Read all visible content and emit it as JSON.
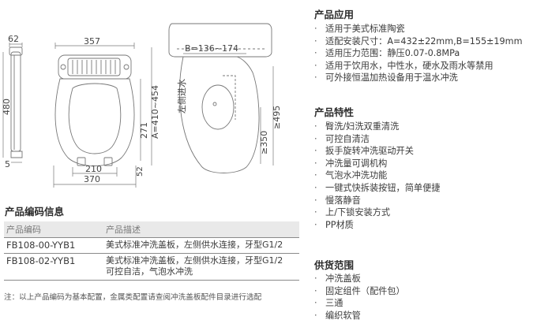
{
  "drawing": {
    "left_dims": {
      "top_width": "62",
      "overall_width": "357",
      "total_length": "480",
      "bottom_height": "5",
      "inner_length": "271",
      "mount_range": "A=410~454",
      "small_offset": "52",
      "hinge_width": "210",
      "base_width": "370"
    },
    "right_dims": {
      "hole_spacing": "B=136~174",
      "side_water_inlet": "左侧进水",
      "min_350": "≥350",
      "min_495": "≥495"
    }
  },
  "codes_section": {
    "title": "产品编码信息",
    "header": {
      "code": "产品编码",
      "desc": "产品描述"
    },
    "rows": [
      {
        "code": "FB108-00-YYB1",
        "desc_lines": [
          "美式标准冲洗盖板，左侧供水连接，牙型G1/2"
        ]
      },
      {
        "code": "FB108-02-YYB1",
        "desc_lines": [
          "美式标准冲洗盖板，左侧供水连接，牙型G1/2",
          "可控自洁，气泡水冲洗"
        ]
      }
    ],
    "note": "注：以上产品编码为基本配置，金属类配置请查阅冲洗盖板配件目录进行选配"
  },
  "application": {
    "title": "产品应用",
    "items": [
      "适用于美式标准陶瓷",
      "适配安装尺寸：A=432±22mm,B=155±19mm",
      "适用压力范围：静压0.07-0.8MPa",
      "适用于饮用水，中性水，硬水及雨水等禁用",
      "可外接恒温加热设备用于温水冲洗"
    ]
  },
  "features": {
    "title": "产品特性",
    "items": [
      "臀洗/妇洗双重清洗",
      "可控自清洁",
      "扳手旋转冲洗驱动开关",
      "冲洗量可调机构",
      "气泡水冲洗功能",
      "一键式快拆装按钮，简单便捷",
      "慢落静音",
      "上/下锁安装方式",
      "PP材质"
    ]
  },
  "supply": {
    "title": "供货范围",
    "items": [
      "冲洗盖板",
      "固定组件（配件包）",
      "三通",
      "编织软管"
    ]
  },
  "bullet": "·"
}
